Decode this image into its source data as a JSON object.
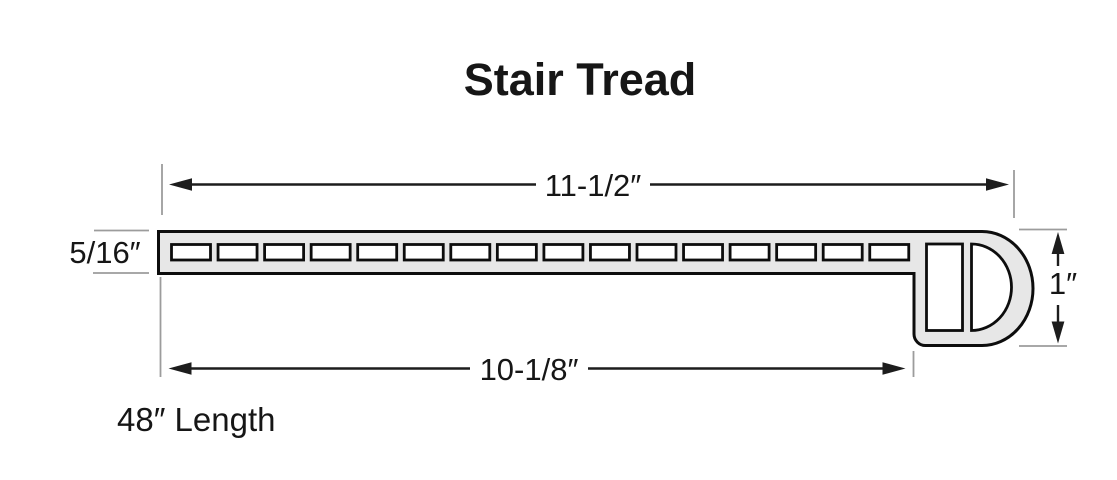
{
  "title": "Stair Tread",
  "diagram": {
    "kind": "cross-section dimension drawing",
    "part_name": "Stair Tread",
    "slot_count": 16,
    "labels": {
      "top_width": "11-1/2″",
      "thickness": "5/16″",
      "nose_height": "1″",
      "bottom_depth": "10-1/8″",
      "length_note": "48″ Length"
    },
    "colors": {
      "background": "#ffffff",
      "profile_fill": "#e7e7e7",
      "profile_line": "#0d0d0d",
      "slot_fill": "#ffffff",
      "dimension_line": "#1d1d1d",
      "extension_line": "#9c9c9c",
      "text": "#161616"
    }
  }
}
